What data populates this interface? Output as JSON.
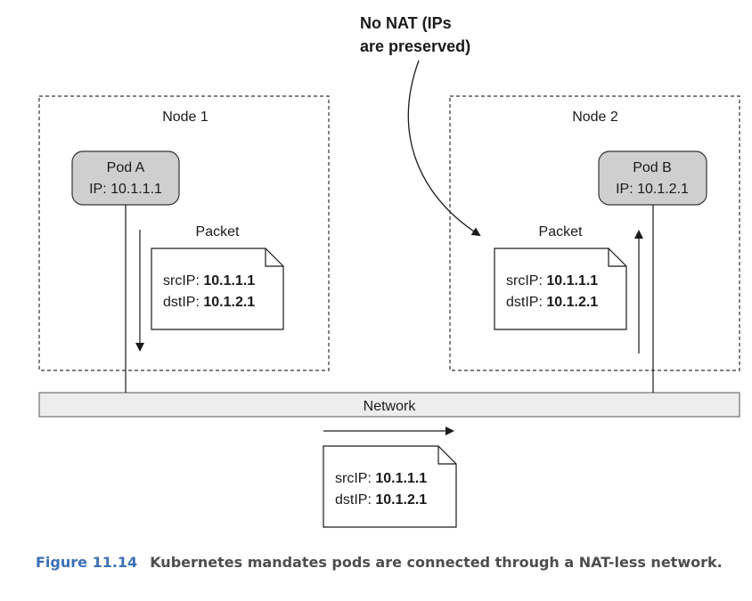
{
  "annotation": {
    "line1": "No NAT (IPs",
    "line2": "are preserved)"
  },
  "node1": {
    "label": "Node 1"
  },
  "node2": {
    "label": "Node 2"
  },
  "podA": {
    "name": "Pod A",
    "ip": "IP: 10.1.1.1"
  },
  "podB": {
    "name": "Pod B",
    "ip": "IP: 10.1.2.1"
  },
  "packet_label": "Packet",
  "packet": {
    "src_label": "srcIP: ",
    "src_value": "10.1.1.1",
    "dst_label": "dstIP: ",
    "dst_value": "10.1.2.1"
  },
  "network": {
    "label": "Network"
  },
  "caption": {
    "number": "Figure 11.14",
    "text": "Kubernetes mandates pods are connected through a NAT-less network."
  },
  "colors": {
    "pod_fill": "#cfcfcf",
    "network_fill": "#ededed",
    "caption_number": "#3d6fb5",
    "caption_text": "#4d4d4d"
  }
}
